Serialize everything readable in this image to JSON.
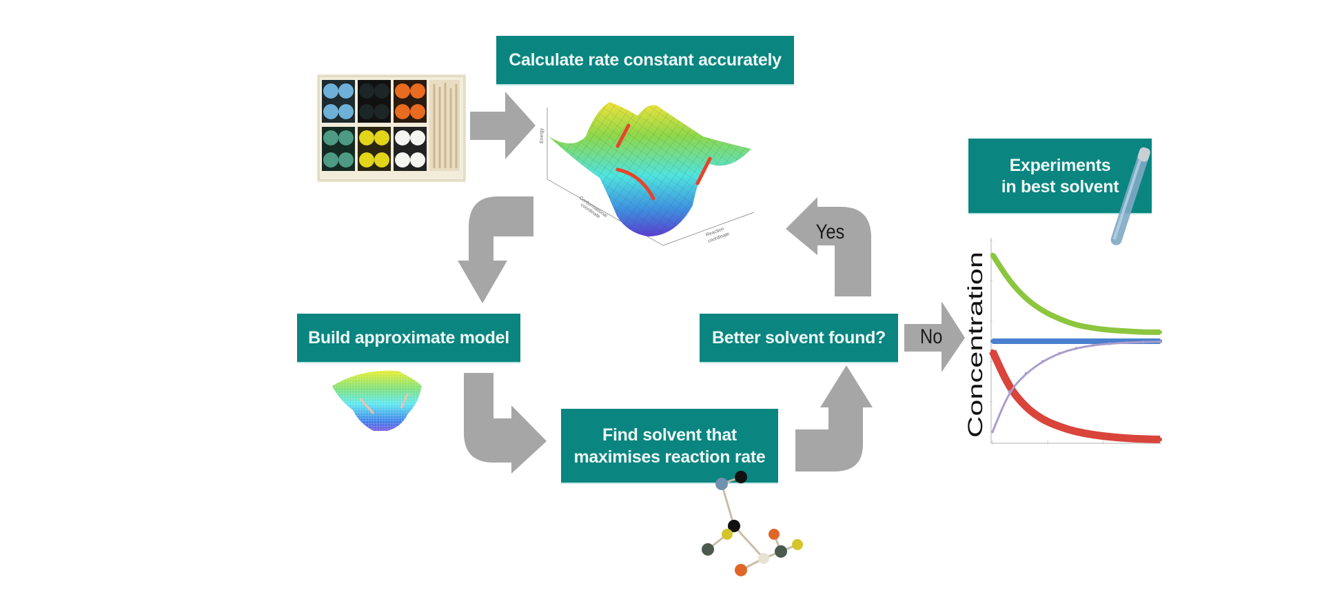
{
  "diagram": {
    "title": "Solvent optimisation workflow",
    "colors": {
      "box_fill": "#0a8580",
      "box_text": "#eef8f6",
      "arrow": "#a6a6a6"
    },
    "steps": {
      "calculate": {
        "label": "Calculate rate constant accurately"
      },
      "build": {
        "label": "Build approximate model"
      },
      "find": {
        "line1": "Find solvent that",
        "line2": "maximises reaction rate"
      },
      "decision": {
        "label": "Better solvent found?"
      },
      "experiments": {
        "line1": "Experiments",
        "line2": "in best solvent"
      }
    },
    "arrows": {
      "yes_label": "Yes",
      "no_label": "No"
    },
    "images": {
      "molecular_kit": "molecular-model-kit",
      "energy_surface": {
        "name": "potential-energy-surface",
        "z_label": "Energy",
        "x_label_line1": "Conformational",
        "x_label_line2": "coordinate",
        "y_label_line1": "Reaction",
        "y_label_line2": "coordinate"
      },
      "approx_surface": "approximate-energy-surface",
      "molecule": "ball-and-stick-molecule",
      "test_tube": "test-tube"
    }
  },
  "chart_data": {
    "type": "line",
    "title": "",
    "xlabel": "",
    "ylabel": "Concentration",
    "xlim": [
      0,
      1
    ],
    "ylim": [
      0,
      1
    ],
    "grid": false,
    "legend": "none",
    "x": [
      0,
      0.1,
      0.2,
      0.3,
      0.4,
      0.5,
      0.6,
      0.7,
      0.8,
      0.9,
      1.0
    ],
    "series": [
      {
        "name": "green",
        "color": "#8cc63f",
        "marker": "triangle",
        "values": [
          0.93,
          0.8,
          0.71,
          0.65,
          0.61,
          0.58,
          0.565,
          0.555,
          0.55,
          0.545,
          0.545
        ]
      },
      {
        "name": "blue",
        "color": "#4a7fcf",
        "marker": "circle",
        "values": [
          0.5,
          0.5,
          0.5,
          0.5,
          0.5,
          0.5,
          0.5,
          0.5,
          0.5,
          0.5,
          0.5
        ]
      },
      {
        "name": "red",
        "color": "#d9443b",
        "marker": "square",
        "values": [
          0.45,
          0.27,
          0.17,
          0.11,
          0.075,
          0.05,
          0.035,
          0.025,
          0.018,
          0.014,
          0.012
        ]
      },
      {
        "name": "purple",
        "color": "#a99ccc",
        "marker": "cross",
        "values": [
          0.05,
          0.25,
          0.34,
          0.4,
          0.44,
          0.465,
          0.48,
          0.488,
          0.493,
          0.496,
          0.498
        ]
      }
    ]
  }
}
